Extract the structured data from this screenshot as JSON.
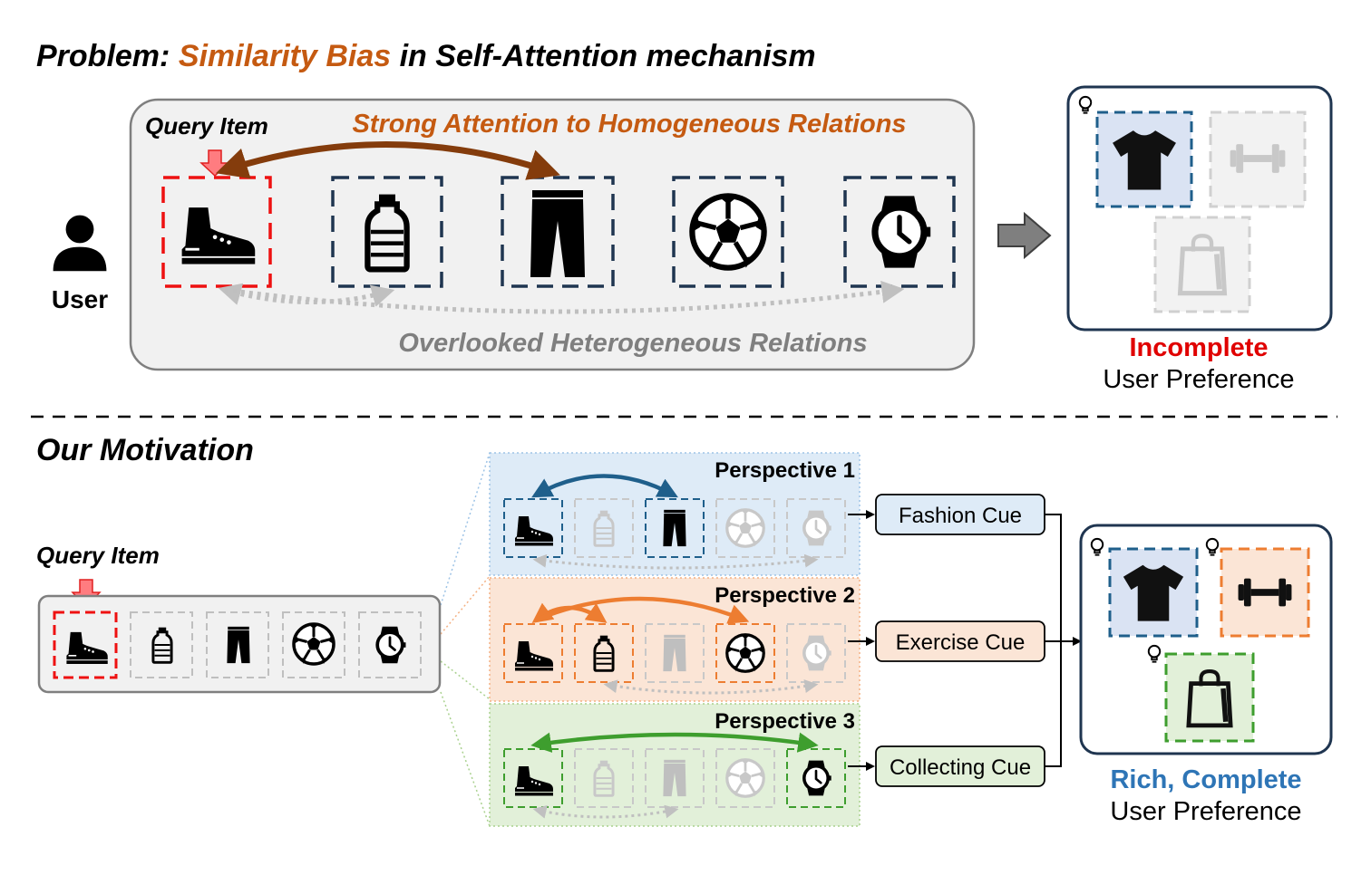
{
  "problem": {
    "title_prefix": "Problem: ",
    "title_highlight": "Similarity Bias",
    "title_suffix": " in Self-Attention mechanism",
    "query_label": "Query Item",
    "strong_label": "Strong Attention to Homogeneous Relations",
    "overlooked_label": "Overlooked Heterogeneous Relations",
    "user_label": "User",
    "result_highlight": "Incomplete",
    "result_text": "User Preference"
  },
  "motivation": {
    "title": "Our Motivation",
    "query_label": "Query Item",
    "perspectives": [
      {
        "label": "Perspective 1",
        "cue": "Fashion Cue"
      },
      {
        "label": "Perspective 2",
        "cue": "Exercise Cue"
      },
      {
        "label": "Perspective 3",
        "cue": "Collecting Cue"
      }
    ],
    "result_highlight": "Rich, Complete",
    "result_text": "User Preference"
  },
  "colors": {
    "similarity_bias": "#c55a11",
    "incomplete": "#e00000",
    "rich_complete": "#2e75b6",
    "perspective1": "#1f5f8b",
    "perspective2": "#ed7d31",
    "perspective3": "#3e9e2e",
    "query_frame": "#ee1111",
    "item_frame": "#1f3550"
  },
  "icons": [
    "sneaker-icon",
    "water-bottle-icon",
    "pants-icon",
    "soccer-ball-icon",
    "wristwatch-icon",
    "tshirt-icon",
    "dumbbell-icon",
    "shopping-bag-icon",
    "lightbulb-icon",
    "user-icon"
  ]
}
